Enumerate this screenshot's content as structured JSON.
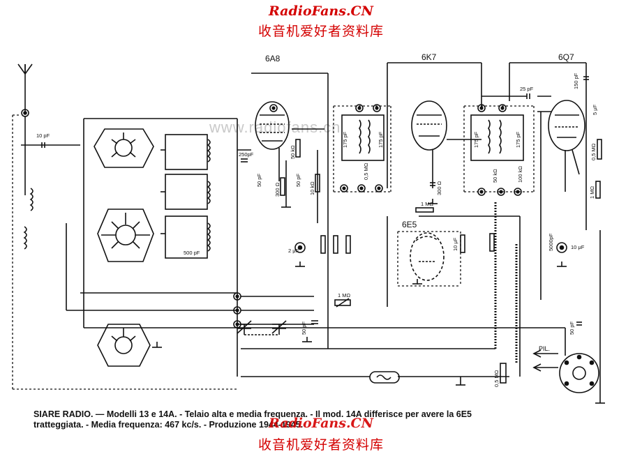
{
  "watermark": {
    "site": "RadioFans.CN",
    "site_cn": "收音机爱好者资料库",
    "faint_url": "www.radiofans.cn"
  },
  "tubes": [
    {
      "label": "6A8"
    },
    {
      "label": "6K7"
    },
    {
      "label": "6Q7"
    },
    {
      "label": "6E5"
    }
  ],
  "component_labels": {
    "c_10pf": "10 pF",
    "c_250pf": "250pF",
    "c_50pf_a": "50 pF",
    "c_50pf_b": "50 pF",
    "c_50pf_c": "50 pF",
    "c_50pf_d": "50 pF",
    "c_25pf": "25 pF",
    "c_150pf": "150 pF",
    "c_500pf": "500 pF",
    "c_5uf": "5 μF",
    "c_10uf_a": "10 μF",
    "c_10uf_b": "10 μF",
    "c_2uf": "2 μF",
    "c_5000pf": "5000pF",
    "c_175pf_a": "175 pF",
    "c_175pf_b": "175 pF",
    "c_175pf_c": "175 pF",
    "c_175pf_d": "175 pF",
    "r_50ka_a": "50 kΩ",
    "r_50ka_b": "50 kΩ",
    "r_300_a": "300 Ω",
    "r_300_b": "300 Ω",
    "r_10ka": "10 kΩ",
    "r_05ma_a": "0,5 MΩ",
    "r_05ma_b": "0,5 MΩ",
    "r_1ma_a": "1 MΩ",
    "r_1ma_b": "1 MΩ",
    "r_1ma_c": "1 MΩ",
    "r_05ma_pot": "0,5 MΩ",
    "r_100ka": "100 kΩ",
    "pil": "PIL."
  },
  "caption": {
    "line1": "SIARE RADIO. — Modelli 13 e 14A. - Telaio alta e media frequenza. - Il mod. 14A differisce per avere la 6E5",
    "line2": "tratteggiata. - Media frequenza: 467 kc/s. - Produzione 1944-1945."
  }
}
